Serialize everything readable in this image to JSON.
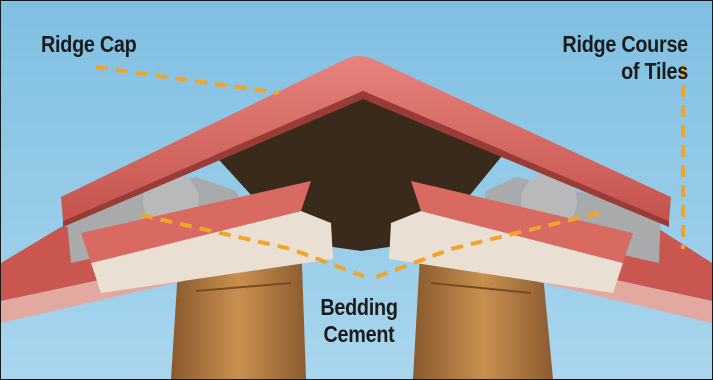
{
  "labels": {
    "ridge_cap": "Ridge Cap",
    "ridge_course_line1": "Ridge Course",
    "ridge_course_line2": "of Tiles",
    "bedding_line1": "Bedding",
    "bedding_line2": "Cement"
  },
  "colors": {
    "sky": "#8ec8e6",
    "tile": "#d9655f",
    "tile_dark": "#a93f3a",
    "cement": "#a5a7a8",
    "timber": "#b07a43",
    "leader_line": "#f0a52a"
  }
}
